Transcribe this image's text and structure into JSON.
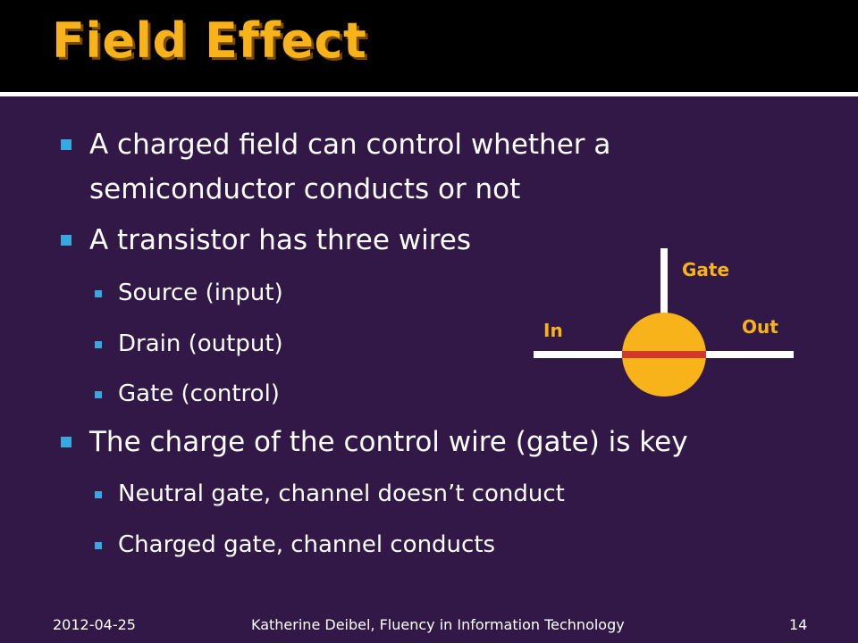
{
  "slide": {
    "title": "Field Effect",
    "bullets": [
      {
        "text": "A charged field can control whether a"
      },
      {
        "text": "semiconductor conducts or not"
      },
      {
        "text": "A transistor has three wires"
      },
      {
        "text": "Source (input)"
      },
      {
        "text": "Drain (output)"
      },
      {
        "text": "Gate (control)"
      },
      {
        "text": "The charge of the control wire (gate) is key"
      },
      {
        "text": "Neutral gate, channel doesn’t conduct"
      },
      {
        "text": "Charged gate, channel conducts"
      }
    ],
    "diagram": {
      "gate_label": "Gate",
      "in_label": "In",
      "out_label": "Out"
    },
    "footer": {
      "date": "2012-04-25",
      "credit": "Katherine Deibel, Fluency in Information Technology",
      "page_number": "14"
    }
  },
  "colors": {
    "background": "#311846",
    "title": "#f8b21a",
    "bullet_marker": "#36a9e1",
    "transistor_body": "#f8b21a",
    "channel": "#d0392b",
    "wire": "#ffffff"
  }
}
